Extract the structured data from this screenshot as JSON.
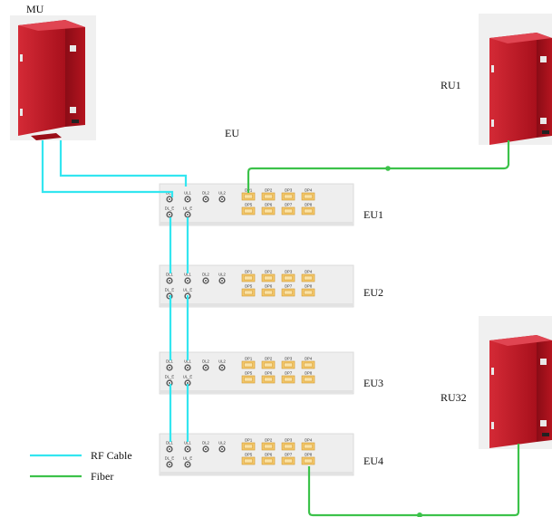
{
  "units": {
    "mu": {
      "label": "MU"
    },
    "ru1": {
      "label": "RU1"
    },
    "ru32": {
      "label": "RU32"
    },
    "eu_group": {
      "label": "EU"
    }
  },
  "expansion_units": [
    {
      "label": "EU1"
    },
    {
      "label": "EU2"
    },
    {
      "label": "EU3"
    },
    {
      "label": "EU4"
    }
  ],
  "rf_ports": [
    "DL1",
    "UL1",
    "DL2",
    "UL2"
  ],
  "rf_ports_ext": [
    "DL_E",
    "UL_E"
  ],
  "optical_ports": [
    "OP1",
    "OP2",
    "OP3",
    "OP4",
    "OP5",
    "OP6",
    "OP7",
    "OP8"
  ],
  "legend": [
    {
      "label": "RF Cable",
      "color": "#33e6f0"
    },
    {
      "label": "Fiber",
      "color": "#3cc24a"
    }
  ],
  "colors": {
    "cabinet_red": "#c01828",
    "rf_cable": "#33e6f0",
    "fiber": "#3cc24a",
    "optical_port": "#f5c86a",
    "chassis": "#eeeeee"
  }
}
